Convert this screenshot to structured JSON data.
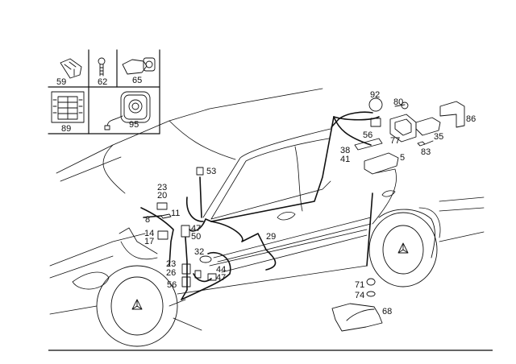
{
  "diagram": {
    "type": "exploded parts diagram",
    "subject": "vehicle door / body wiring harness",
    "inset_panels": [
      {
        "label": "59",
        "part": "connector"
      },
      {
        "label": "62",
        "part": "screw"
      },
      {
        "label": "65",
        "part": "motor assembly"
      },
      {
        "label": "89",
        "part": "fuse/relay chart"
      },
      {
        "label": "95",
        "part": "airbag clock spring"
      }
    ],
    "callouts": {
      "c92": "92",
      "c80": "80",
      "c86": "86",
      "c56a": "56",
      "c77": "77",
      "c35": "35",
      "c38": "38",
      "c41": "41",
      "c5": "5",
      "c83": "83",
      "c53": "53",
      "c23a": "23",
      "c20": "20",
      "c11": "11",
      "c8": "8",
      "c14": "14",
      "c17": "17",
      "c47a": "47",
      "c50": "50",
      "c29": "29",
      "c32": "32",
      "c23b": "23",
      "c26": "26",
      "c44": "44",
      "c47b": "47",
      "c56b": "56",
      "c71": "71",
      "c74": "74",
      "c68": "68"
    },
    "colors": {
      "line": "#111111",
      "rule": "#666666",
      "background": "#ffffff"
    }
  }
}
